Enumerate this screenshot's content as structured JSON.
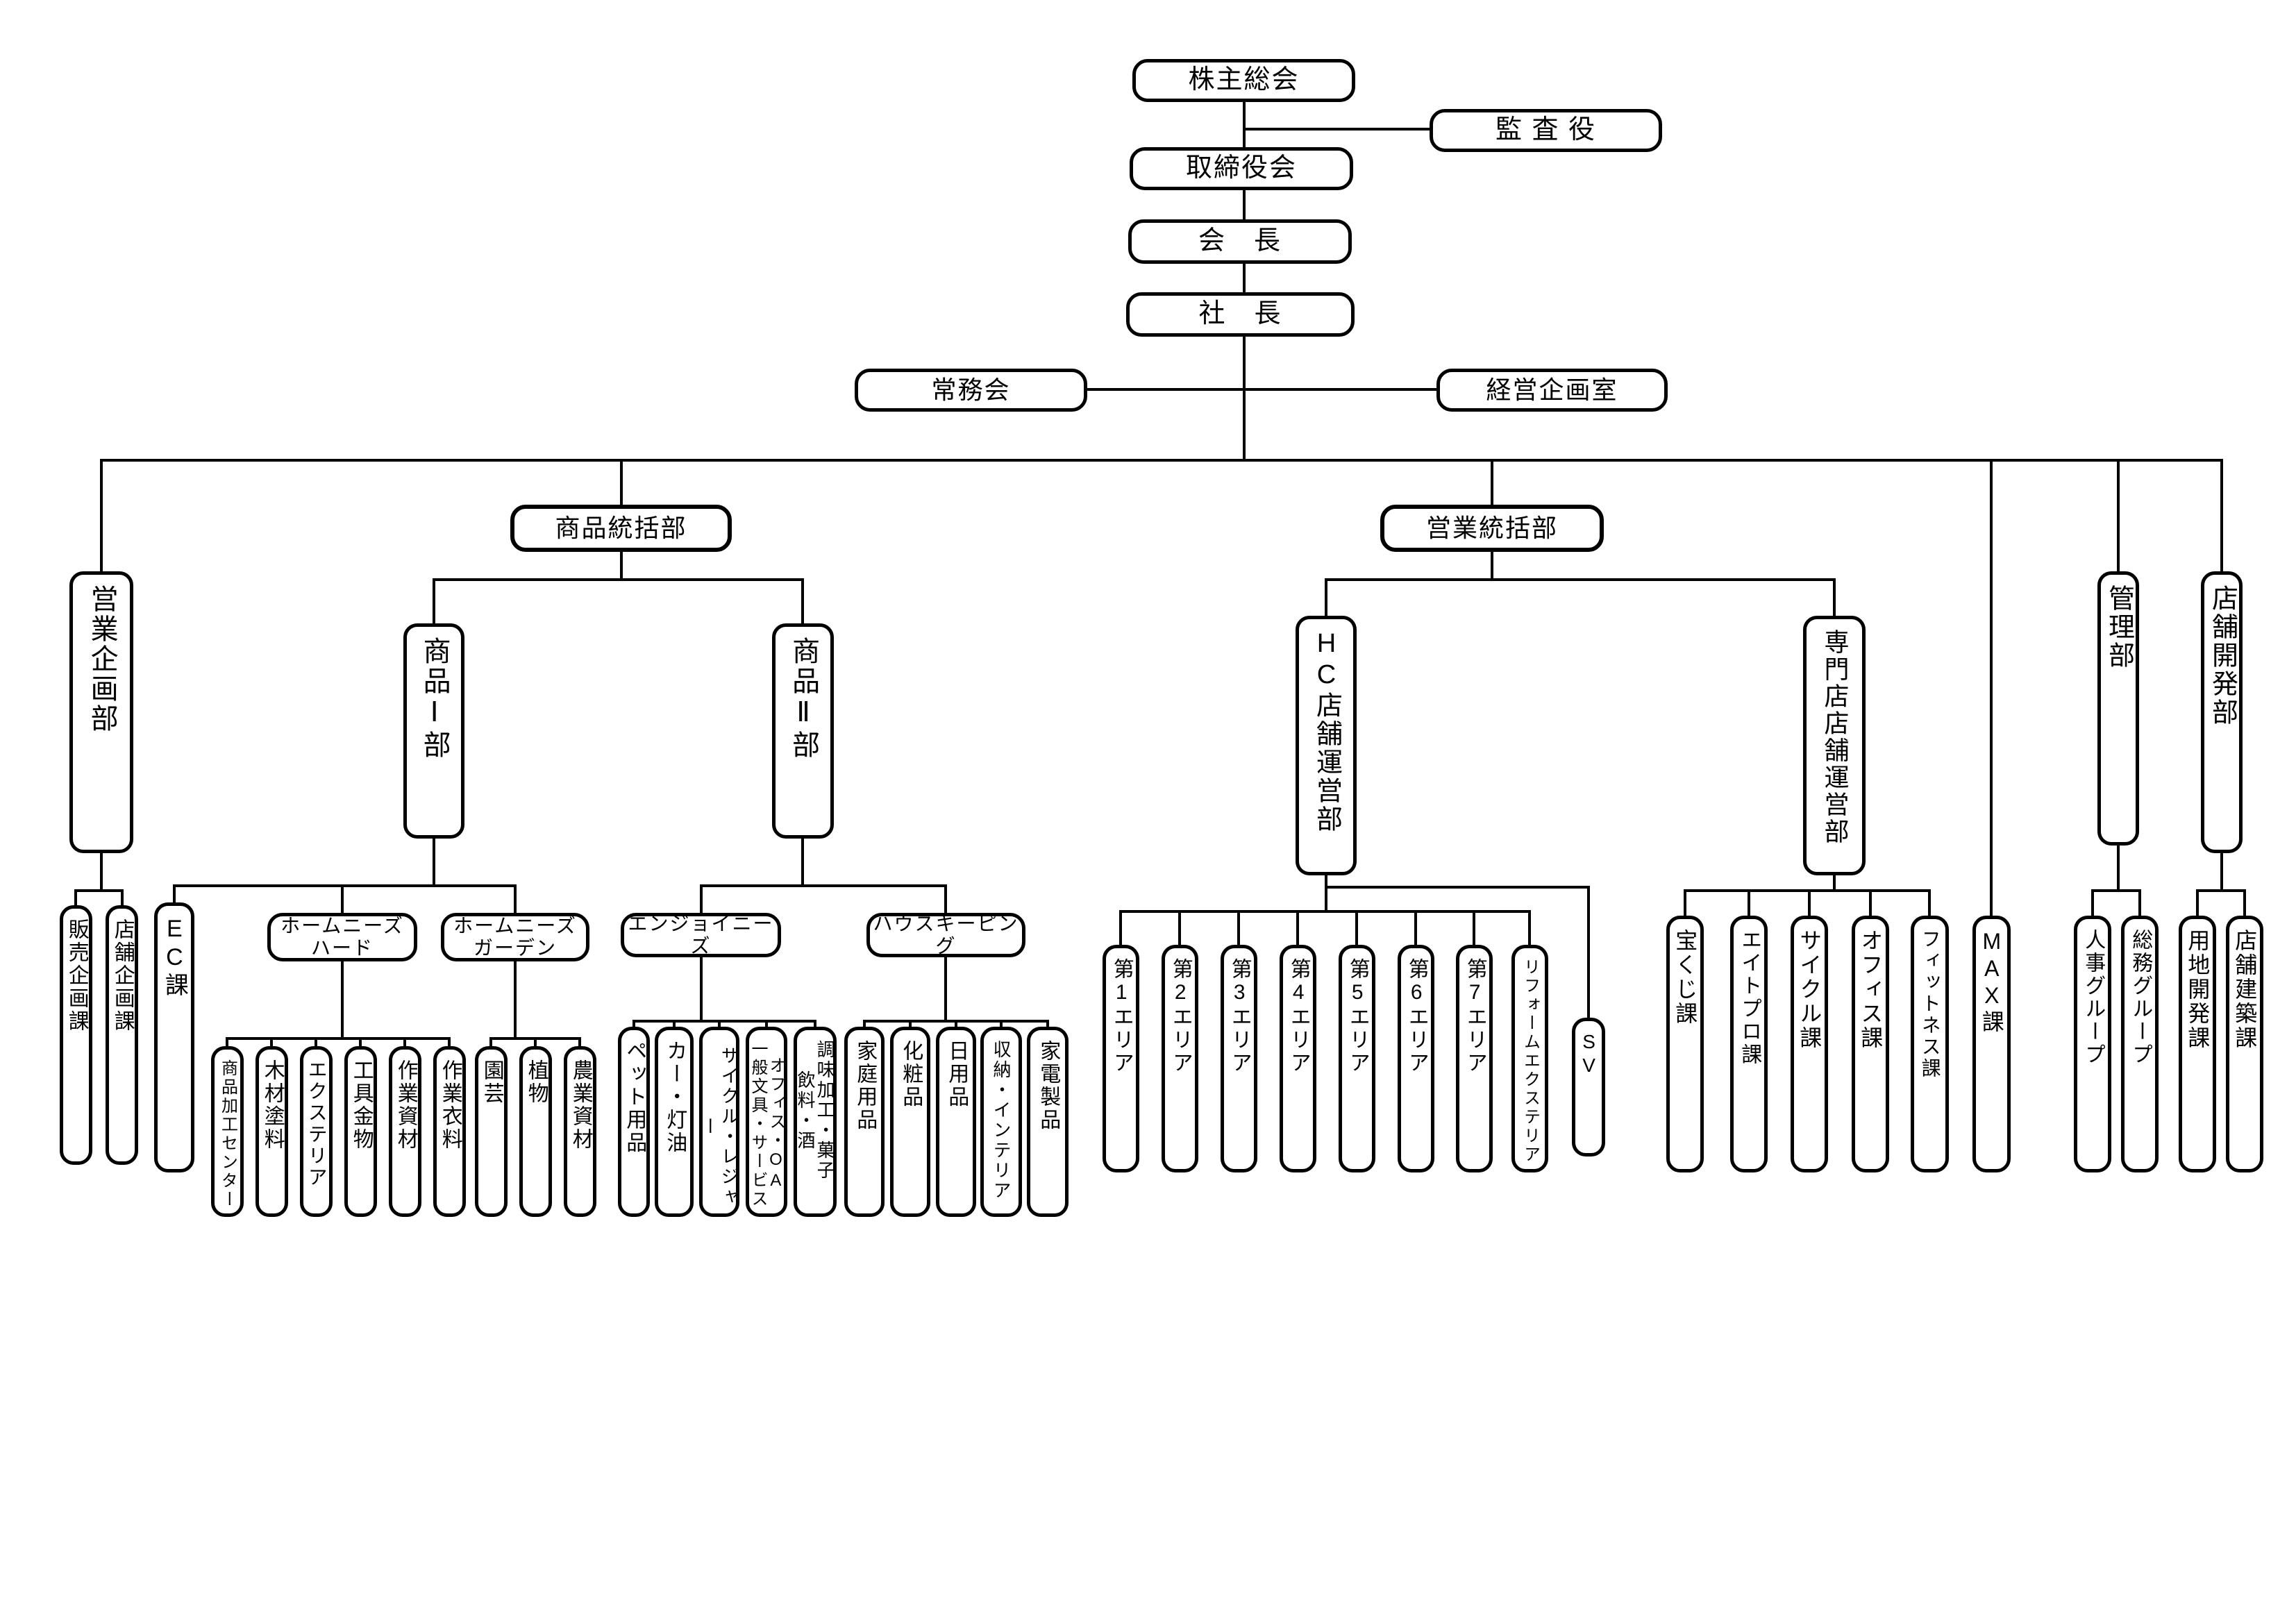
{
  "org": {
    "shareholders_meeting": "株主総会",
    "auditors": "監 査 役",
    "board_of_directors": "取締役会",
    "chairman": "会　長",
    "president": "社　長",
    "managing_committee": "常務会",
    "corporate_planning_office": "経営企画室",
    "sales_planning_dept": {
      "label": "営業企画部",
      "sections": [
        "販売企画課",
        "店舗企画課"
      ]
    },
    "merchandise_control_hq": {
      "label": "商品統括部",
      "product_dept_1": {
        "label": "商品Ⅰ部",
        "ec_section": "EC課",
        "home_needs_hard": {
          "label": "ホームニーズ\nハード",
          "leaves": [
            "商品加工センター",
            "木材塗料",
            "エクステリア",
            "工具金物",
            "作業資材",
            "作業衣料"
          ]
        },
        "home_needs_garden": {
          "label": "ホームニーズ\nガーデン",
          "leaves": [
            "園芸",
            "植物",
            "農業資材"
          ]
        }
      },
      "product_dept_2": {
        "label": "商品Ⅱ部",
        "enjoy_needs": {
          "label": "エンジョイニーズ",
          "leaves": [
            "ペット用品",
            "カー・灯油",
            "サイクル・レジャー",
            "オフィス・OA\n一般文具・サービス",
            "調味加工・菓子\n飲料・酒"
          ]
        },
        "housekeeping": {
          "label": "ハウスキーピング",
          "leaves": [
            "家庭用品",
            "化粧品",
            "日用品",
            "収納・インテリア",
            "家電製品"
          ]
        }
      }
    },
    "sales_control_hq": {
      "label": "営業統括部",
      "hc_store_operation_dept": {
        "label": "HC店舗運営部",
        "areas": [
          "第1エリア",
          "第2エリア",
          "第3エリア",
          "第4エリア",
          "第5エリア",
          "第6エリア",
          "第7エリア",
          "リフォームエクステリア"
        ],
        "sv": "SV"
      },
      "specialty_store_operation_dept": {
        "label": "専門店店舗運営部",
        "sections": [
          "宝くじ課",
          "エイトプロ課",
          "サイクル課",
          "オフィス課",
          "フィットネス課"
        ]
      }
    },
    "max_section": "MAX課",
    "admin_dept": {
      "label": "管理部",
      "groups": [
        "人事グループ",
        "総務グループ"
      ]
    },
    "store_development_dept": {
      "label": "店舗開発部",
      "sections": [
        "用地開発課",
        "店舗建築課"
      ]
    }
  }
}
